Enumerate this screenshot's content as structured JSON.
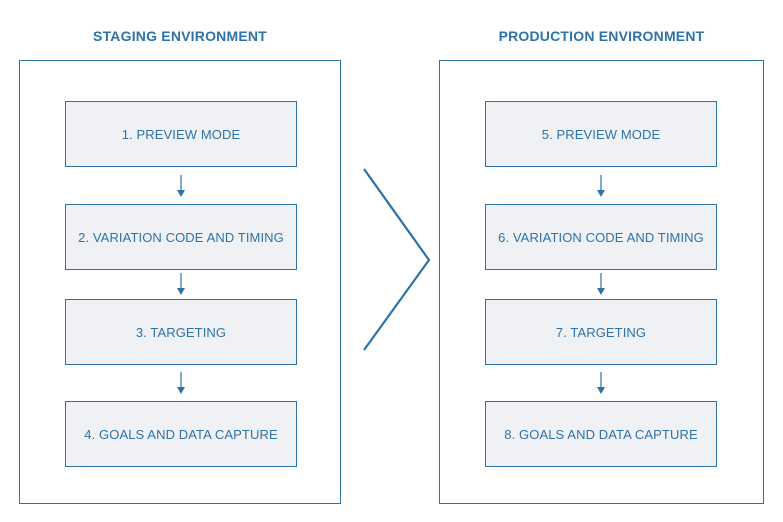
{
  "colors": {
    "accent": "#2e73a7",
    "title": "#2e73a7",
    "box_fill": "#eff1f4",
    "box_text": "#2e73a7"
  },
  "staging": {
    "title": "STAGING ENVIRONMENT",
    "steps": [
      "1. PREVIEW MODE",
      "2. VARIATION CODE AND TIMING",
      "3. TARGETING",
      "4. GOALS AND DATA CAPTURE"
    ]
  },
  "production": {
    "title": "PRODUCTION ENVIRONMENT",
    "steps": [
      "5. PREVIEW MODE",
      "6. VARIATION CODE AND TIMING",
      "7. TARGETING",
      "8. GOALS AND DATA CAPTURE"
    ]
  }
}
